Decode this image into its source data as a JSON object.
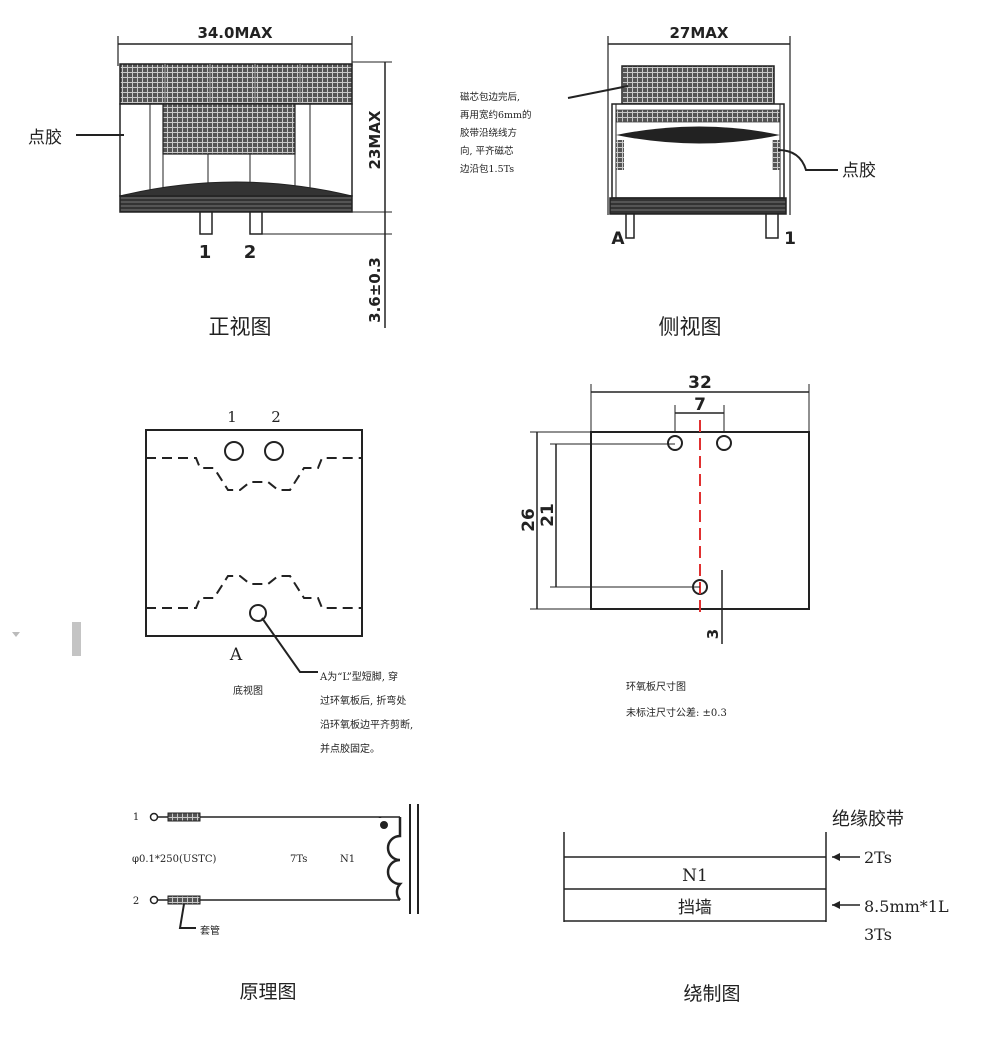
{
  "front_view": {
    "dim_width": "34.0MAX",
    "dim_height": "23MAX",
    "dim_pin": "3.6±0.3",
    "glue_label": "点胶",
    "pin1": "1",
    "pin2": "2",
    "caption": "正视图"
  },
  "side_view": {
    "dim_width": "27MAX",
    "note_lines": [
      "磁芯包边完后,",
      "再用宽约6mm的",
      "胶带沿绕线方",
      "向, 平齐磁芯",
      "边沿包1.5Ts"
    ],
    "glue_label": "点胶",
    "pin_a": "A",
    "pin1": "1",
    "caption": "侧视图"
  },
  "bottom_view": {
    "pin1": "1",
    "pin2": "2",
    "pin_a": "A",
    "caption": "底视图",
    "note_lines": [
      "A为“L”型短脚, 穿",
      "过环氧板后, 折弯处",
      "沿环氧板边平齐剪断,",
      "并点胶固定。"
    ]
  },
  "board": {
    "dim_width": "32",
    "dim_pitch": "7",
    "dim_height": "26",
    "dim_inner": "21",
    "dim_offset": "3",
    "caption_lines": [
      "环氧板尺寸图",
      "未标注尺寸公差:  ±0.3"
    ]
  },
  "schematic": {
    "pin1": "1",
    "pin2": "2",
    "wire_spec": "φ0.1*250(USTC)",
    "turns": "7Ts",
    "winding": "N1",
    "sleeve": "套管",
    "caption": "原理图"
  },
  "winding": {
    "tape_label": "绝缘胶带",
    "layer_n1": "N1",
    "layer_wall": "挡墙",
    "tape_top": "2Ts",
    "tape_bottom_lines": [
      "8.5mm*1L",
      "3Ts"
    ],
    "caption": "绕制图"
  }
}
